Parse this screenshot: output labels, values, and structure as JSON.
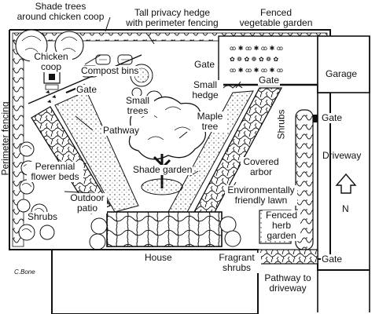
{
  "labels": {
    "shade_trees": [
      "Shade trees",
      "around chicken coop"
    ],
    "privacy_hedge": [
      "Tall privacy hedge",
      "with perimeter fencing"
    ],
    "vegetable_garden": [
      "Fenced",
      "vegetable garden"
    ],
    "chicken_coop": [
      "Chicken",
      "coop"
    ],
    "compost_bins": "Compost bins",
    "gate_top": "Gate",
    "gate_veg": "Gate",
    "gate_left": "Gate",
    "small_hedge": [
      "Small",
      "hedge"
    ],
    "garage": "Garage",
    "gate_right": "Gate",
    "small_trees": [
      "Small",
      "trees"
    ],
    "maple_tree": [
      "Maple",
      "tree"
    ],
    "pathway": "Pathway",
    "shrubs_right": "Shrubs",
    "driveway": "Driveway",
    "perimeter_fencing": "Perimeter fencing",
    "perennial_beds": [
      "Perennial",
      "flower beds"
    ],
    "shade_garden": "Shade garden",
    "covered_arbor": [
      "Covered",
      "arbor"
    ],
    "outdoor_patio": [
      "Outdoor",
      "patio"
    ],
    "lawn": [
      "Environmentally",
      "friendly lawn"
    ],
    "north": "N",
    "shrubs_left": "Shrubs",
    "herb_garden": [
      "Fenced",
      "herb",
      "garden"
    ],
    "house": "House",
    "fragrant_shrubs": [
      "Fragrant",
      "shrubs"
    ],
    "gate_bottom": "Gate",
    "pathway_driveway": [
      "Pathway to",
      "driveway"
    ],
    "signature": "C.Bone"
  }
}
